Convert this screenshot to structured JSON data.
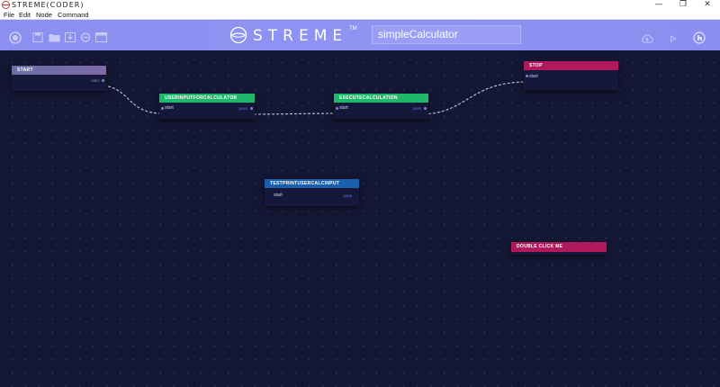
{
  "window": {
    "title": "STREME(CODER)",
    "minimize": "—",
    "restore": "❐",
    "close": "✕"
  },
  "menu": [
    "File",
    "Edit",
    "Node",
    "Command"
  ],
  "toolbar": {
    "brand": "STREME",
    "trademark": "TM",
    "project_name": "simpleCalculator",
    "icons_left": [
      "record-icon",
      "save-icon",
      "open-folder-icon",
      "download-icon",
      "sync-icon",
      "panel-icon"
    ],
    "icons_right": [
      "cloud-upload-icon",
      "play-icon",
      "touch-icon"
    ]
  },
  "colors": {
    "toolbar": "#8b8ff0",
    "canvas": "#141734",
    "start_head": "#6b6fa8",
    "green_head": "#1fb86a",
    "blue_head": "#1a5fae",
    "magenta_head": "#b0195c"
  },
  "nodes": {
    "start": {
      "title": "START",
      "out": "start"
    },
    "user_input": {
      "title": "USERINPUTFORCALCULATOR",
      "in": "start",
      "out": "pass"
    },
    "execute": {
      "title": "EXECUTECALCULATION",
      "in": "start",
      "out": "pass"
    },
    "stop": {
      "title": "STOP",
      "in": "start"
    },
    "test_print": {
      "title": "TESTPRINTUSERCALCINPUT",
      "in": "start",
      "out": "pass"
    },
    "double_click": {
      "title": "DOUBLE CLICK ME"
    }
  }
}
